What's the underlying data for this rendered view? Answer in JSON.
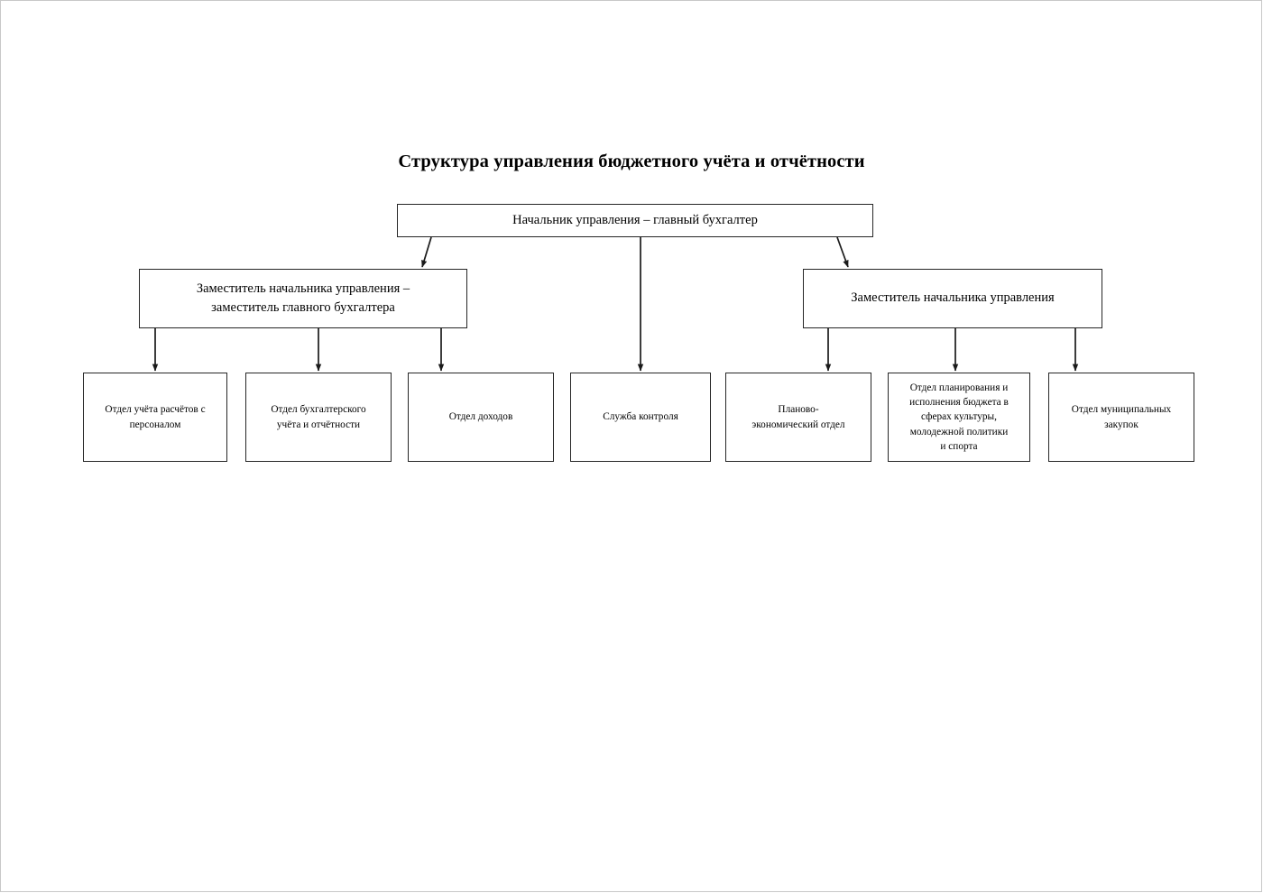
{
  "document": {
    "title": "Структура управления бюджетного учёта и отчётности"
  },
  "chart_data": {
    "type": "diagram",
    "diagram_kind": "organizational-hierarchy",
    "title": "Структура управления бюджетного учёта и отчётности",
    "orientation": "top-down",
    "levels": 3,
    "node_count": 10,
    "edge_count": 9,
    "nodes": [
      {
        "id": "head",
        "level": 0,
        "label": "Начальник управления – главный бухгалтер"
      },
      {
        "id": "deputy-chief-accountant",
        "level": 1,
        "label": "Заместитель начальника управления –\nзаместитель главного бухгалтера"
      },
      {
        "id": "deputy-head",
        "level": 1,
        "label": "Заместитель начальника управления"
      },
      {
        "id": "payroll-accounting",
        "level": 2,
        "label": "Отдел учёта расчётов с\nперсоналом"
      },
      {
        "id": "bookkeeping-reporting",
        "level": 2,
        "label": "Отдел бухгалтерского\nучёта и отчётности"
      },
      {
        "id": "revenue",
        "level": 2,
        "label": "Отдел доходов"
      },
      {
        "id": "control-service",
        "level": 2,
        "label": "Служба контроля"
      },
      {
        "id": "planning-economic",
        "level": 2,
        "label": "Планово-\nэкономический отдел"
      },
      {
        "id": "budget-culture",
        "level": 2,
        "label": "Отдел планирования и\nисполнения бюджета в\nсферах культуры,\nмолодежной политики\nи спорта"
      },
      {
        "id": "municipal-purchasing",
        "level": 2,
        "label": "Отдел муниципальных\nзакупок"
      }
    ],
    "edges": [
      {
        "from": "head",
        "to": "deputy-chief-accountant",
        "style": "diagonal-arrow"
      },
      {
        "from": "head",
        "to": "deputy-head",
        "style": "diagonal-arrow"
      },
      {
        "from": "head",
        "to": "control-service",
        "style": "vertical-arrow"
      },
      {
        "from": "deputy-chief-accountant",
        "to": "payroll-accounting",
        "style": "vertical-arrow"
      },
      {
        "from": "deputy-chief-accountant",
        "to": "bookkeeping-reporting",
        "style": "vertical-arrow"
      },
      {
        "from": "deputy-chief-accountant",
        "to": "revenue",
        "style": "vertical-arrow"
      },
      {
        "from": "deputy-head",
        "to": "planning-economic",
        "style": "vertical-arrow"
      },
      {
        "from": "deputy-head",
        "to": "budget-culture",
        "style": "vertical-arrow"
      },
      {
        "from": "deputy-head",
        "to": "municipal-purchasing",
        "style": "vertical-arrow"
      }
    ],
    "colors": {
      "background": "#ffffff",
      "node_fill": "#ffffff",
      "node_border": "#262626",
      "connector": "#1a1a1a",
      "text": "#000000"
    }
  }
}
